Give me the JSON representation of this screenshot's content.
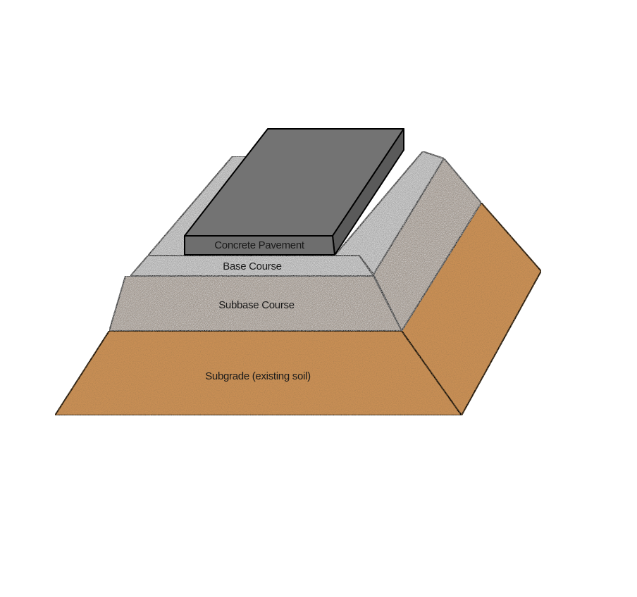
{
  "layers": {
    "concrete": {
      "label": "Concrete Pavement",
      "color": "#6e6e6e",
      "top_color": "#737373",
      "side_color": "#5a5a5a"
    },
    "base": {
      "label": "Base Course",
      "color": "#b9b9b9"
    },
    "subbase": {
      "label": "Subbase Course",
      "color": "#a79c92"
    },
    "subgrade": {
      "label": "Subgrade (existing soil)",
      "color": "#c98f55"
    }
  }
}
